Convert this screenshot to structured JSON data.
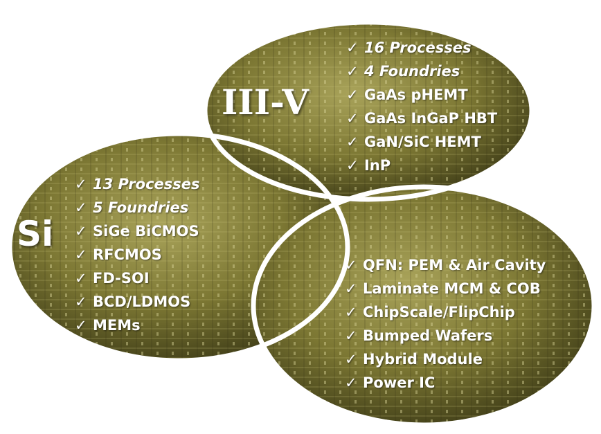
{
  "colors": {
    "wafer_base": "#6e6a2a",
    "wafer_highlight": "#a9a35a",
    "wafer_shadow": "#3c3a16",
    "outline": "#ffffff",
    "text": "#ffffff"
  },
  "icons": {
    "check": "checkmark-icon"
  },
  "circles": {
    "iii_v": {
      "label": "III-V",
      "items": [
        {
          "text": "16 Processes",
          "italic": true
        },
        {
          "text": "4 Foundries",
          "italic": true
        },
        {
          "text": "GaAs pHEMT"
        },
        {
          "text": "GaAs InGaP HBT"
        },
        {
          "text": "GaN/SiC HEMT"
        },
        {
          "text": "InP"
        }
      ]
    },
    "si": {
      "label": "Si",
      "items": [
        {
          "text": "13 Processes",
          "italic": true
        },
        {
          "text": "5 Foundries",
          "italic": true
        },
        {
          "text": "SiGe BiCMOS"
        },
        {
          "text": "RFCMOS"
        },
        {
          "text": "FD-SOI"
        },
        {
          "text": "BCD/LDMOS"
        },
        {
          "text": "MEMs"
        }
      ]
    },
    "packaging": {
      "items": [
        {
          "text": "QFN: PEM & Air Cavity"
        },
        {
          "text": "Laminate MCM & COB"
        },
        {
          "text": "ChipScale/FlipChip"
        },
        {
          "text": "Bumped Wafers"
        },
        {
          "text": "Hybrid Module"
        },
        {
          "text": "Power IC"
        }
      ]
    }
  }
}
